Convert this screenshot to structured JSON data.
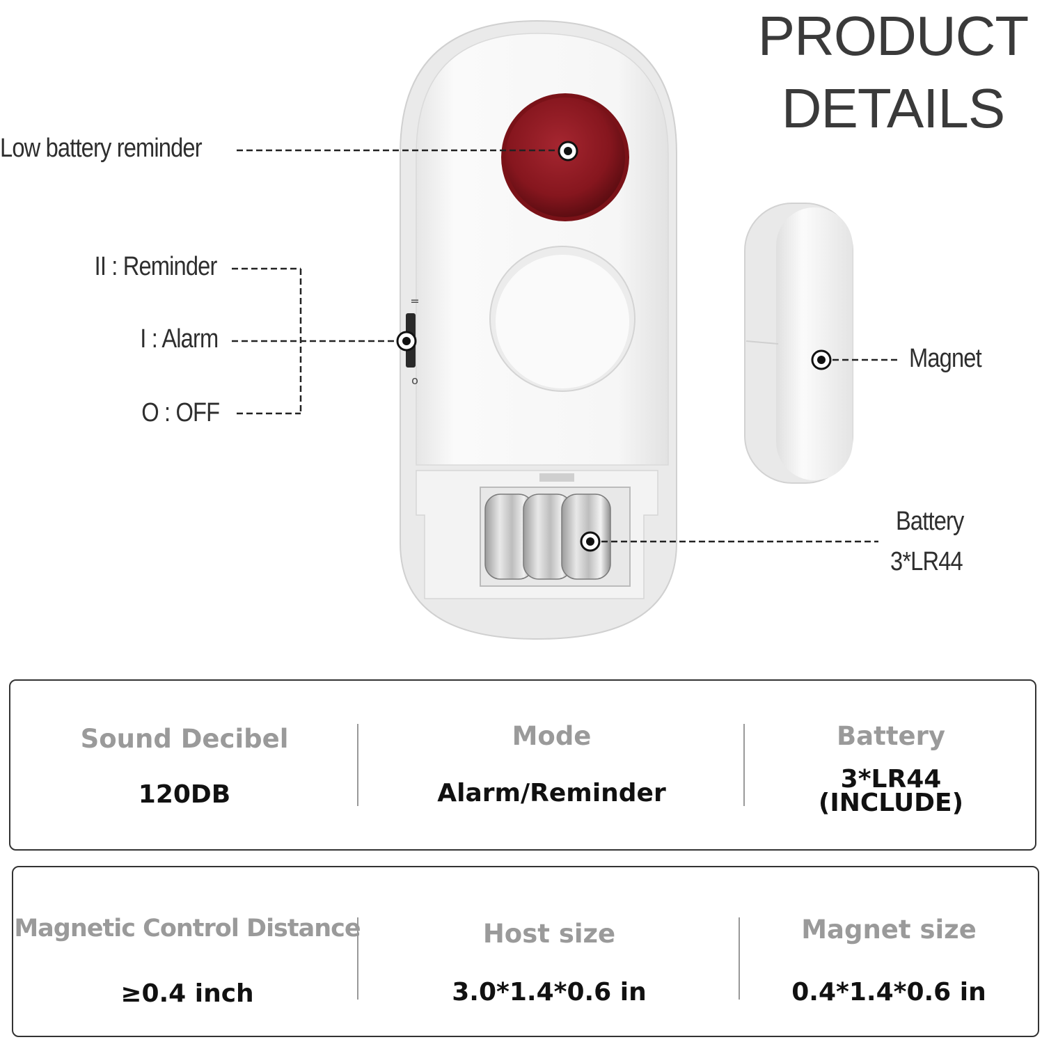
{
  "title": {
    "line1": "PRODUCT",
    "line2": "DETAILS"
  },
  "callouts": {
    "low_battery": "Low battery reminder",
    "switch_reminder": "II : Reminder",
    "switch_alarm": "I : Alarm",
    "switch_off": "O : OFF",
    "magnet": "Magnet",
    "battery_line1": "Battery",
    "battery_line2": "3*LR44"
  },
  "switch_marks": {
    "top": "=",
    "bottom": "o"
  },
  "specs_row1": [
    {
      "label": "Sound Decibel",
      "value": "120DB"
    },
    {
      "label": "Mode",
      "value": "Alarm/Reminder"
    },
    {
      "label": "Battery",
      "value": "3*LR44",
      "value2": "(INCLUDE)"
    }
  ],
  "specs_row2": [
    {
      "label": "Magnetic Control Distance",
      "value": "≥0.4 inch"
    },
    {
      "label": "Host size",
      "value": "3.0*1.4*0.6 in"
    },
    {
      "label": "Magnet size",
      "value": "0.4*1.4*0.6 in"
    }
  ],
  "colors": {
    "led_red": "#8e1b22",
    "device_white": "#f4f4f4",
    "label_gray": "#9a9a9a",
    "value_black": "#111111"
  }
}
